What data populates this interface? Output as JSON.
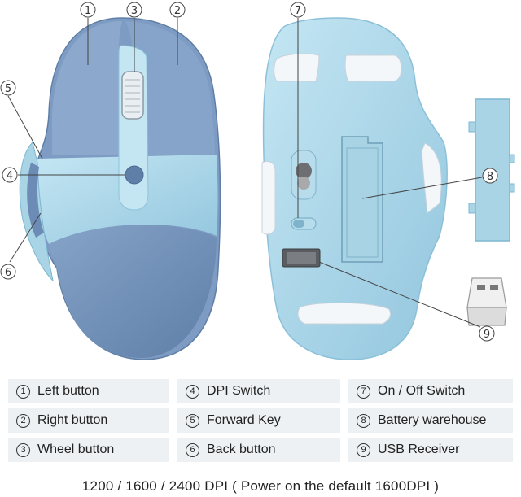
{
  "callouts": [
    "1",
    "2",
    "3",
    "4",
    "5",
    "6",
    "7",
    "8",
    "9"
  ],
  "legend": [
    {
      "num": "1",
      "label": "Left button"
    },
    {
      "num": "4",
      "label": "DPI Switch"
    },
    {
      "num": "7",
      "label": "On / Off Switch"
    },
    {
      "num": "2",
      "label": "Right button"
    },
    {
      "num": "5",
      "label": "Forward Key"
    },
    {
      "num": "8",
      "label": "Battery warehouse"
    },
    {
      "num": "3",
      "label": "Wheel button"
    },
    {
      "num": "6",
      "label": "Back button"
    },
    {
      "num": "9",
      "label": "USB Receiver"
    }
  ],
  "footer": "1200 / 1600 / 2400 DPI ( Power on the default 1600DPI )",
  "colors": {
    "mouse_dark_blue": "#6f8fb8",
    "mouse_light_blue": "#a9d4e6",
    "mouse_pale": "#c9e6f1",
    "legend_bg": "#eef1f4"
  }
}
